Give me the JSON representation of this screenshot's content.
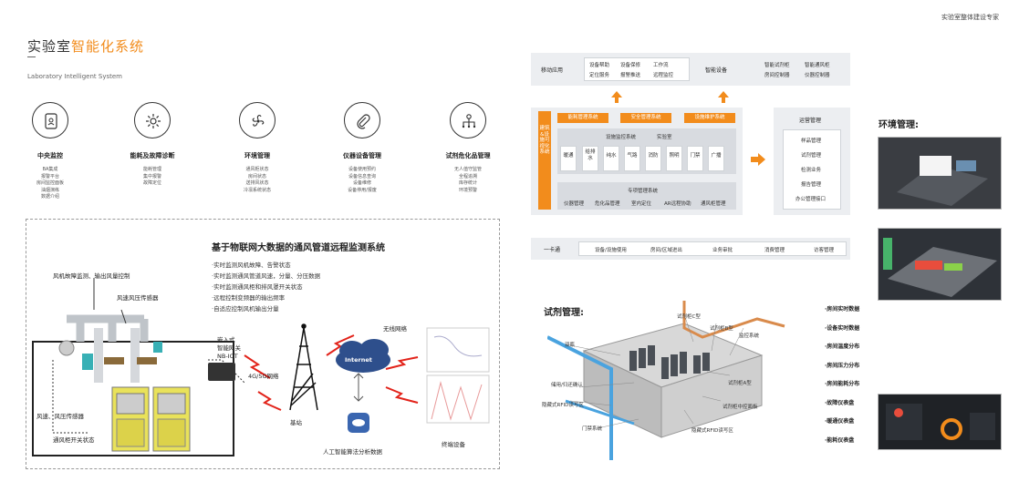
{
  "tagline": "实验室整体建设专家",
  "header": {
    "title_plain": "实验室",
    "title_highlight": "智能化系统",
    "subtitle": "Laboratory Intelligent System"
  },
  "features": [
    {
      "icon": "id-card-icon",
      "name": "中央监控",
      "items": [
        "BA集成",
        "报警平台",
        "房间监控面板",
        "油烟演练",
        "数据介绍"
      ]
    },
    {
      "icon": "gear-icon",
      "name": "能耗及故障诊断",
      "items": [
        "能耗管理",
        "集中报警",
        "故障定位"
      ]
    },
    {
      "icon": "fan-icon",
      "name": "环境管理",
      "items": [
        "通风柜状态",
        "房间状态",
        "送排风状态",
        "冷凛系统状态"
      ]
    },
    {
      "icon": "paperclip-icon",
      "name": "仪器设备管理",
      "items": [
        "设备使用预约",
        "设备信息查询",
        "设备维修",
        "设备停用/报废"
      ]
    },
    {
      "icon": "network-icon",
      "name": "试剂危化品管理",
      "items": [
        "无人值守监管",
        "全程追溯",
        "库存统计",
        "环境预警"
      ]
    }
  ],
  "monitor": {
    "title": "基于物联网大数据的通风管道远程监测系统",
    "points": [
      "·实时监测风机故障、告警状态",
      "·实时监测通风管道风速，分量、分压数据",
      "·实时监测通风柜和排风罩开关状态",
      "·远程控制变频器的输出频率",
      "·自适应控制风机输出分量"
    ],
    "labels": {
      "fan": "风机故障监测、输出风量控制",
      "wind_sensor": "风速风压传感器",
      "gateway": [
        "嵌入式",
        "智能网关",
        "NB-IOT"
      ],
      "net": "4G/5G网络",
      "wireless": "无线网络",
      "internet": "Internet",
      "base": "基站",
      "ai": "人工智能算法分析数据",
      "terminal": "终端设备",
      "sensor2": "风速、风压传感器",
      "hood": "通风柜开关状态"
    }
  },
  "arch": {
    "mobile": {
      "label": "移动应用",
      "items": [
        "设备帮助",
        "设备保修",
        "工作流",
        "定位服务",
        "报警推送",
        "远程监控"
      ]
    },
    "smart": {
      "label": "智能设备",
      "items": [
        "智能试剂柜",
        "智能通风柜",
        "房间控制器",
        "仪器控制器"
      ]
    },
    "side_label": "建筑&设施可视化系统",
    "bars": [
      "能耗管理系统",
      "安全管理系统",
      "设施维护系统"
    ],
    "monitor_title": "设施监控系统",
    "monitor_room": "实验室",
    "cells": [
      "暖通",
      "给排水",
      "纯水",
      "气路",
      "消防",
      "照明",
      "门禁",
      "广播"
    ],
    "special_title": "专项管理系统",
    "special_items": [
      "仪器管理",
      "危化品管理",
      "室内定位",
      "AR远程协助",
      "通风柜管理"
    ],
    "ops": {
      "title": "运营管理",
      "items": [
        "样品管理",
        "试剂管理",
        "检测业务",
        "报告管理",
        "办公管理接口"
      ]
    },
    "card": {
      "label": "一卡通",
      "items": [
        "设备/设施使用",
        "房间/区域进出",
        "业务审批",
        "消费管理",
        "访客管理"
      ]
    }
  },
  "reagent": {
    "title": "试剂管理:",
    "callouts": [
      "试剂柜C型",
      "试剂柜B型",
      "监控系统",
      "双瓶",
      "隐藏式RFID读写区",
      "门禁系统",
      "试剂柜A型",
      "试剂柜中控面板",
      "隐藏式RFID读写区",
      "储用/归还确认"
    ]
  },
  "env": {
    "title": "环境管理:",
    "list": [
      "·房间实时数据",
      "·设备实时数据",
      "·房间温度分布",
      "·房间压力分布",
      "·房间能耗分布",
      "·故障仪表盘",
      "·暖通仪表盘",
      "·能耗仪表盘"
    ]
  },
  "colors": {
    "accent": "#f28c1c",
    "panel": "#eceef1",
    "duct": "#4aa3df"
  }
}
